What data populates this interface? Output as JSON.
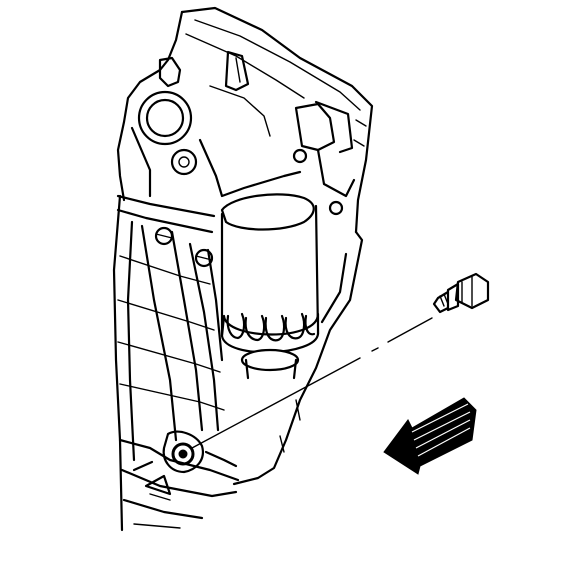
{
  "figure": {
    "kind": "line-art-illustration",
    "components": [
      "engine-block",
      "oil-filter",
      "oil-pan",
      "drain-bolt",
      "drain-hole",
      "leader-line",
      "view-direction-arrow"
    ],
    "ink_color": "#000000",
    "paper_color": "#ffffff"
  }
}
